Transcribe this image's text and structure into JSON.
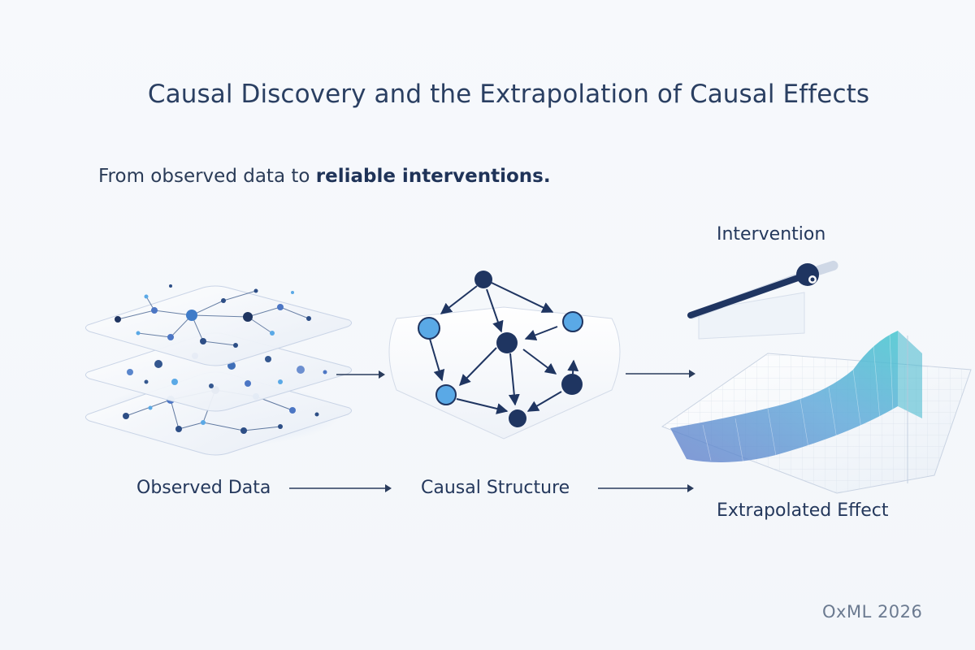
{
  "title": "Causal Discovery and the Extrapolation of Causal Effects",
  "subtitle": {
    "prefix": "From observed data to ",
    "emphasis": "reliable interventions."
  },
  "stages": {
    "observed": {
      "label": "Observed Data"
    },
    "structure": {
      "label": "Causal Structure"
    },
    "intervention": {
      "label": "Intervention"
    },
    "extrapolated": {
      "label": "Extrapolated Effect"
    }
  },
  "footer": "OxML 2026",
  "colors": {
    "navy": "#1f3561",
    "accent_blue": "#5aa9e6",
    "arrow": "#2a3c5c",
    "teal": "#3fb6cc"
  }
}
